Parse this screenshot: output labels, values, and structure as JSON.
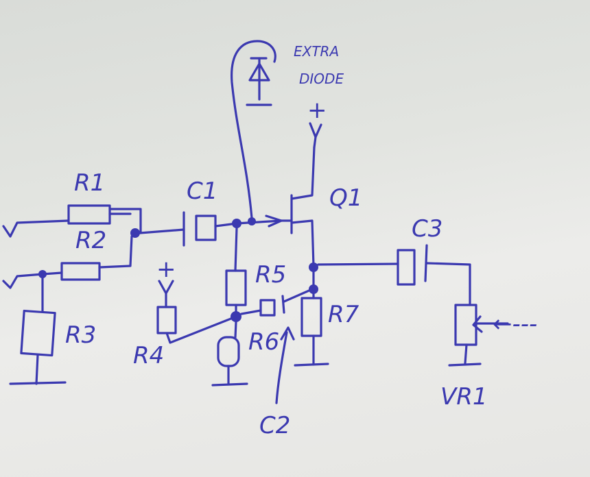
{
  "labels": {
    "r1": "R1",
    "r2": "R2",
    "r3": "R3",
    "r4": "R4",
    "r5": "R5",
    "r6": "R6",
    "r7": "R7",
    "c1": "C1",
    "c2": "C2",
    "c3": "C3",
    "q1": "Q1",
    "vr1": "VR1",
    "extra_diode_line1": "EXTRA",
    "extra_diode_line2": "DIODE",
    "plus_supply": "+",
    "plus_r4": "+",
    "pot_arrow": "←---"
  },
  "colors": {
    "ink": "#3b39b0",
    "paper": "#e4e6e2"
  }
}
